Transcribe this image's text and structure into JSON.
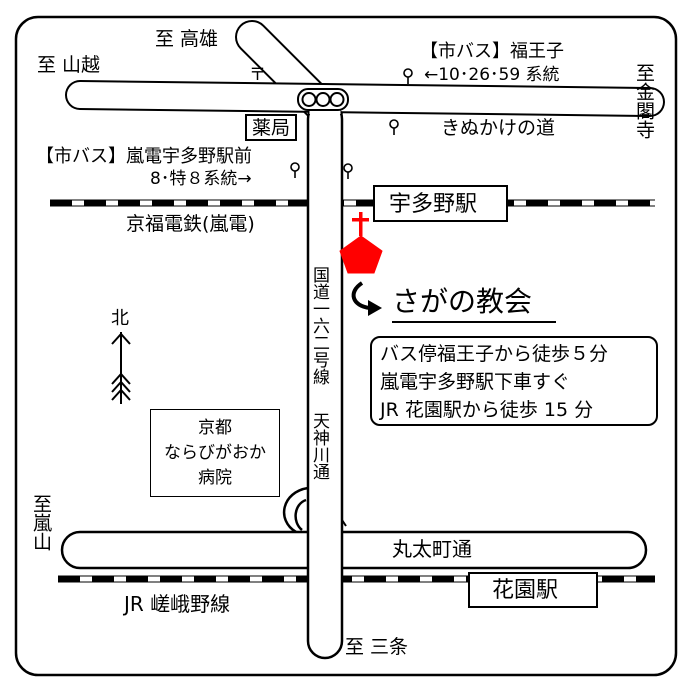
{
  "labels": {
    "to_takao": "至 高雄",
    "to_yamagoe": "至 山越",
    "post_mark": "〒",
    "pharmacy": "薬局",
    "city_bus_fukuouji": "【市バス】福王子",
    "fukuouji_routes": "←10･26･59 系統",
    "to_kinkakuji": "至金閣寺",
    "kinukake_road": "きぬかけの道",
    "city_bus_randen": "【市バス】嵐電宇多野駅前",
    "randen_routes": "8･特８系統→",
    "utano_station": "宇多野駅",
    "keifuku": "京福電鉄(嵐電)",
    "route162": "国道一六二号線",
    "tenjingawa": "天神川通",
    "church_name": "さがの教会",
    "north": "北",
    "hospital": "京都\nならびがおか\n病院",
    "to_arashiyama": "至嵐山",
    "marutamachi": "丸太町通",
    "hanazono_station": "花園駅",
    "jr_sagano": "JR 嵯峨野線",
    "to_sanjo": "至 三条"
  },
  "access_info": [
    "バス停福王子から徒歩５分",
    "嵐電宇多野駅下車すぐ",
    "JR 花園駅から徒歩 15 分"
  ],
  "colors": {
    "church": "#ff0000",
    "ink": "#000000",
    "background": "#ffffff"
  },
  "icons": [
    "church-pin-icon",
    "bus-stop-icon",
    "traffic-light-icon",
    "north-arrow-icon",
    "direction-arrow-icon"
  ]
}
